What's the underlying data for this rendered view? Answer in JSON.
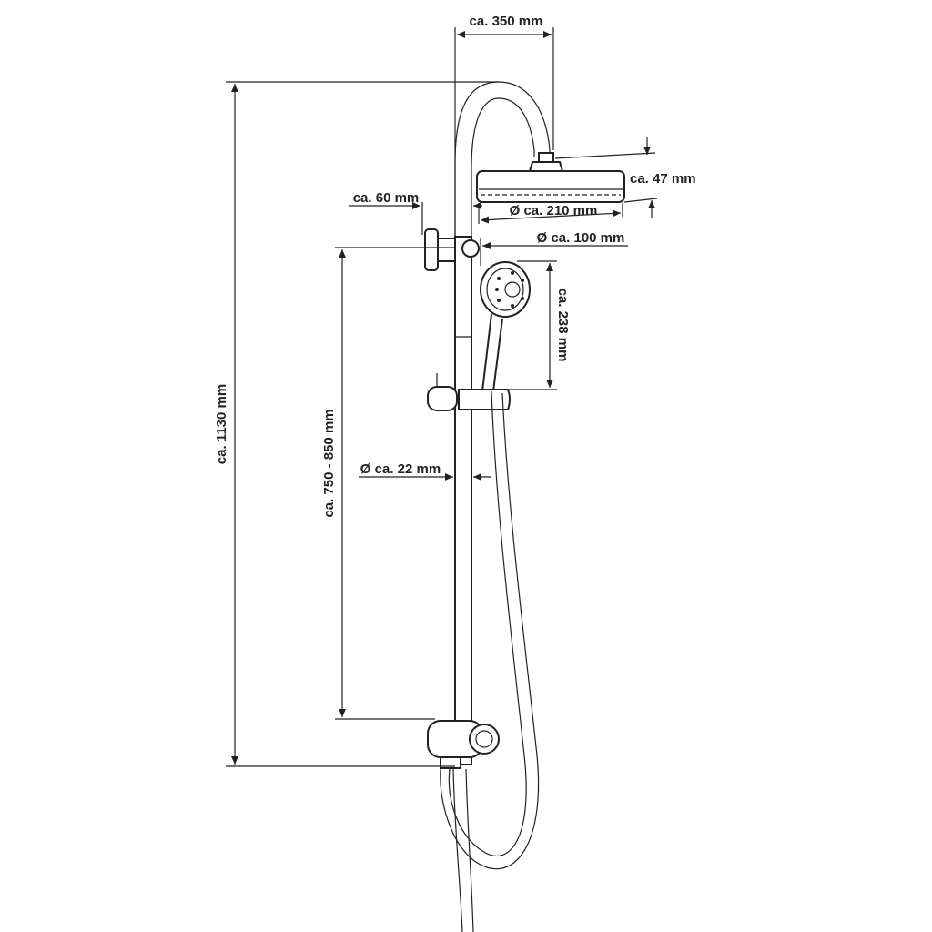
{
  "dimensions": {
    "width_top": "ca. 350 mm",
    "head_height": "ca. 47 mm",
    "head_diameter": "Ø ca. 210 mm",
    "wall_offset": "ca. 60 mm",
    "hand_diameter": "Ø ca. 100 mm",
    "hand_length": "ca. 238 mm",
    "total_height": "ca. 1130 mm",
    "adjust_range": "ca. 750 - 850 mm",
    "rod_diameter": "Ø ca. 22 mm"
  }
}
